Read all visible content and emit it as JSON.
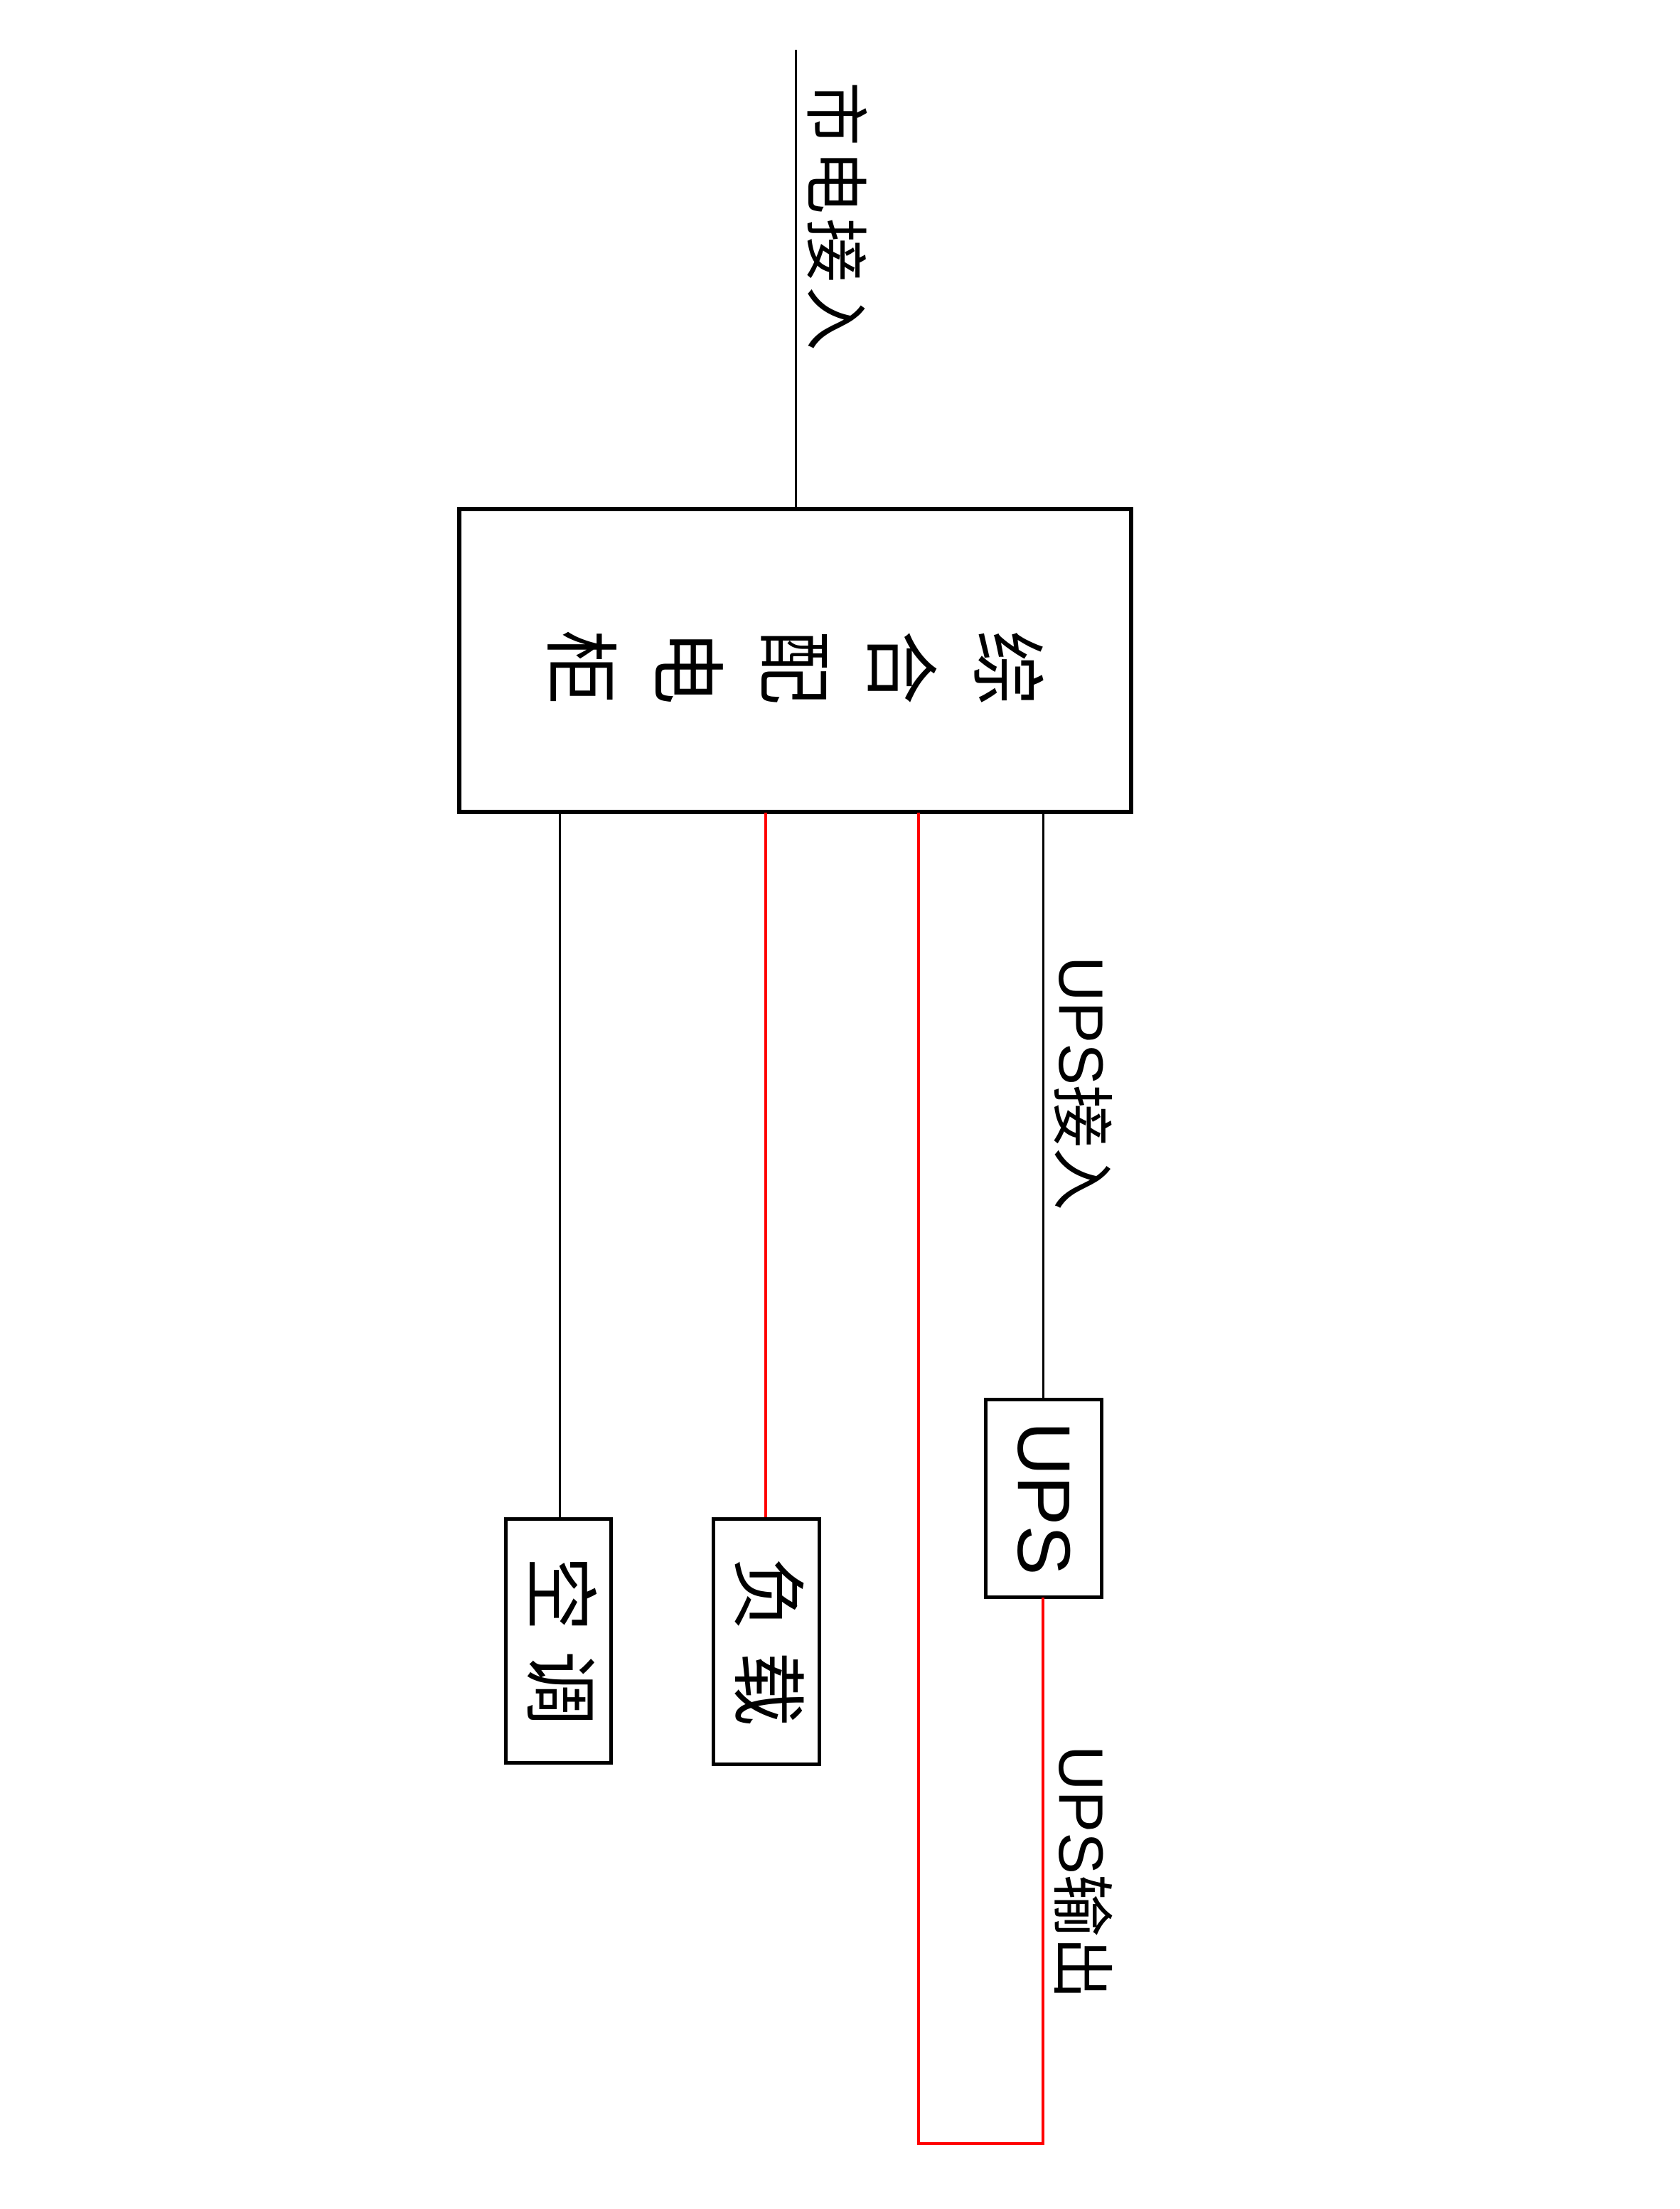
{
  "nodes": {
    "distribution_cabinet": {
      "label": "综合配电柜"
    },
    "ups": {
      "label": "UPS"
    },
    "load": {
      "label": "负载"
    },
    "air_conditioner": {
      "label": "空调"
    }
  },
  "wire_labels": {
    "mains_input": "市电接入",
    "ups_input": "UPS接入",
    "ups_output": "UPS输出"
  },
  "colors": {
    "normal_wire": "#000000",
    "ups_power_wire": "#ff0000",
    "background": "#ffffff",
    "text": "#000000"
  }
}
